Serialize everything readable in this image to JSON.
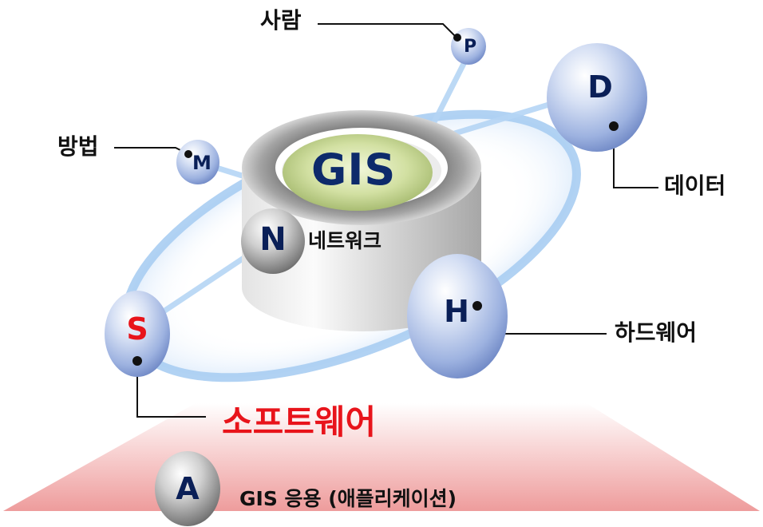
{
  "center": {
    "label": "GIS",
    "color": "#0d2a6b"
  },
  "components": {
    "people": {
      "letter": "P",
      "label": "사람"
    },
    "methods": {
      "letter": "M",
      "label": "방법"
    },
    "data": {
      "letter": "D",
      "label": "데이터"
    },
    "network": {
      "letter": "N",
      "label": "네트워크"
    },
    "hardware": {
      "letter": "H",
      "label": "하드웨어"
    },
    "software": {
      "letter": "S",
      "label": "소프트웨어",
      "color": "#e8141b"
    },
    "application": {
      "letter": "A",
      "label": "GIS 응용 (애플리케이션)"
    }
  },
  "colors": {
    "orbit": "#a9cdf2",
    "sphere": "#8aa6da",
    "ring_gray": "#8f8f8f",
    "platform": "#f0a8a8"
  }
}
